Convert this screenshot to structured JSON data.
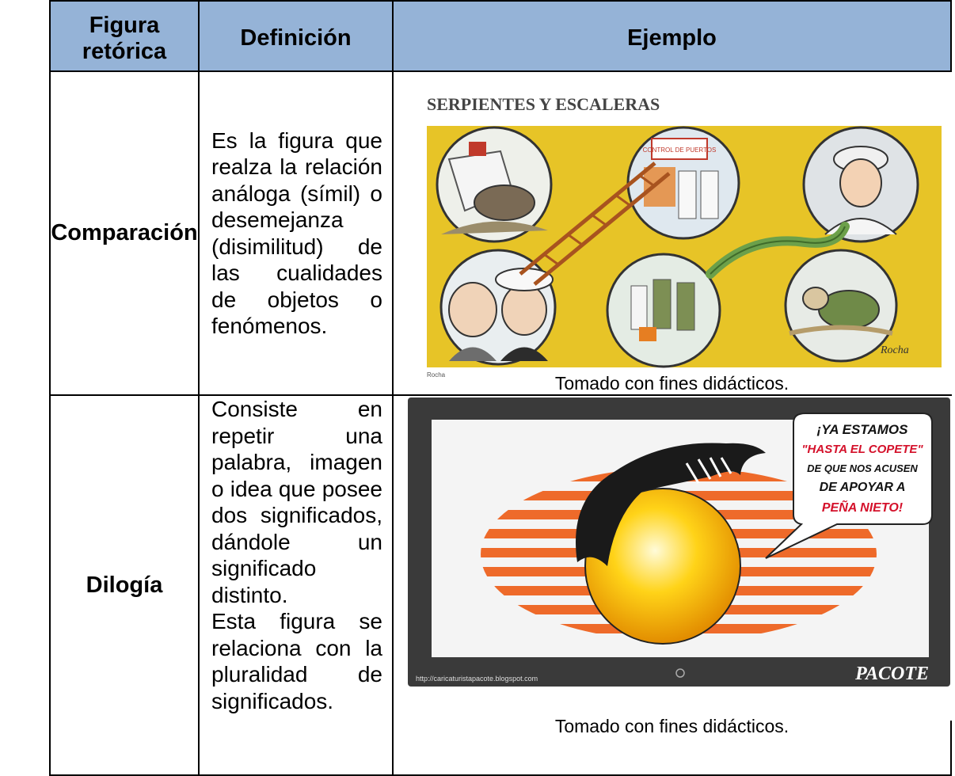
{
  "table": {
    "headers": [
      "Figura retórica",
      "Definición",
      "Ejemplo"
    ],
    "rows": [
      {
        "figure": "Comparación",
        "definition": " Es la figura que realza la relación análoga (símil) o desemejanza (disimilitud) de las cualidades de objetos o fenómenos.",
        "example": {
          "title": "SERPIENTES Y ESCALERAS",
          "panel_text": "CONTROL DE PUERTOS",
          "credit": "Rocha",
          "signature": "Rocha",
          "caption": "Tomado con fines didácticos."
        }
      },
      {
        "figure": "Dilogía",
        "definition_1": "Consiste en repetir una palabra, imagen o idea que posee dos significados, dándole un significado distinto.",
        "definition_2": "Esta figura se relaciona con la pluralidad de significados.",
        "example": {
          "speech_lines": [
            "¡YA ESTAMOS",
            "\"HASTA EL COPETE\"",
            "DE QUE NOS ACUSEN",
            "DE APOYAR A",
            "PEÑA NIETO!"
          ],
          "url": "http://caricaturistapacote.blogspot.com",
          "signature": "PACOTE",
          "caption": "Tomado con fines didácticos."
        }
      }
    ]
  },
  "colors": {
    "header_bg": "#95b3d7",
    "cartoon1_bg": "#e7c427",
    "speech_red": "#d4102a"
  }
}
